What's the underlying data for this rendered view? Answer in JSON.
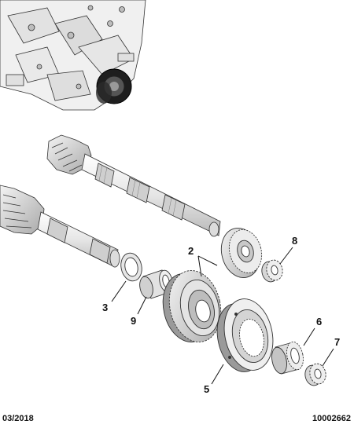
{
  "callouts": {
    "c2": "2",
    "c3": "3",
    "c5": "5",
    "c6": "6",
    "c7": "7",
    "c8": "8",
    "c9": "9"
  },
  "footer": {
    "date": "03/2018",
    "reference": "10002662"
  },
  "colors": {
    "line": "#333333",
    "fill_light": "#f2f2f2",
    "fill_mid": "#d9d9d9",
    "fill_dark": "#9a9a9a",
    "seal_dark": "#1e1e1e"
  }
}
